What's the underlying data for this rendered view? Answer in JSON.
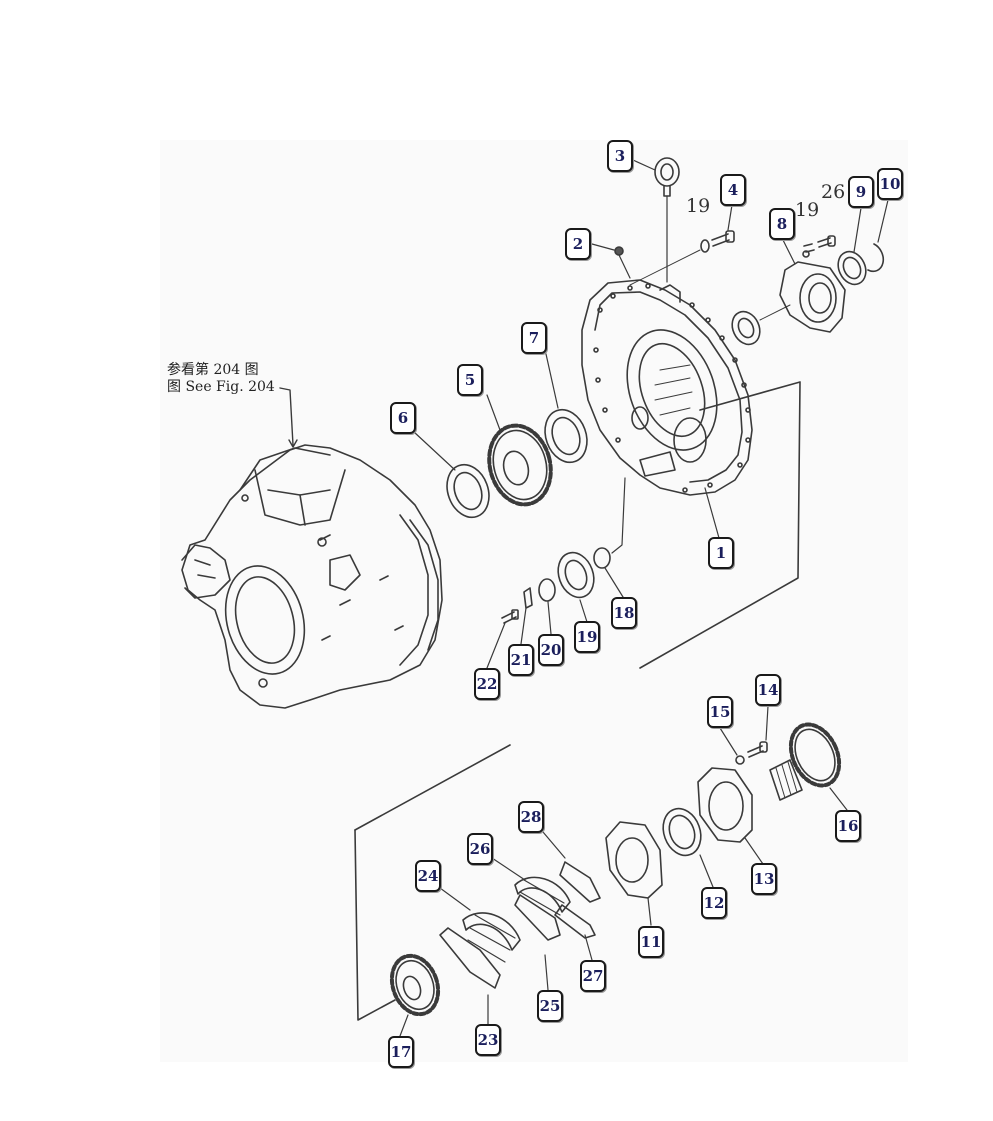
{
  "reference_note": {
    "line1": "参看第 204 图",
    "line2": "图 See Fig. 204"
  },
  "callouts": [
    {
      "id": "c1",
      "num": "1"
    },
    {
      "id": "c2",
      "num": "2"
    },
    {
      "id": "c3",
      "num": "3"
    },
    {
      "id": "c4",
      "num": "4"
    },
    {
      "id": "c5",
      "num": "5"
    },
    {
      "id": "c6",
      "num": "6"
    },
    {
      "id": "c7",
      "num": "7"
    },
    {
      "id": "c8",
      "num": "8"
    },
    {
      "id": "c9",
      "num": "9"
    },
    {
      "id": "c10",
      "num": "10"
    },
    {
      "id": "c11",
      "num": "11"
    },
    {
      "id": "c12",
      "num": "12"
    },
    {
      "id": "c13",
      "num": "13"
    },
    {
      "id": "c14",
      "num": "14"
    },
    {
      "id": "c15",
      "num": "15"
    },
    {
      "id": "c16",
      "num": "16"
    },
    {
      "id": "c17",
      "num": "17"
    },
    {
      "id": "c18",
      "num": "18"
    },
    {
      "id": "c19",
      "num": "19"
    },
    {
      "id": "c20",
      "num": "20"
    },
    {
      "id": "c21",
      "num": "21"
    },
    {
      "id": "c22",
      "num": "22"
    },
    {
      "id": "c23",
      "num": "23"
    },
    {
      "id": "c24",
      "num": "24"
    },
    {
      "id": "c25",
      "num": "25"
    },
    {
      "id": "c26",
      "num": "26"
    },
    {
      "id": "c27",
      "num": "27"
    },
    {
      "id": "c28",
      "num": "28"
    }
  ],
  "plain_labels": {
    "p19a": "19",
    "p19b": "19",
    "p26": "26"
  }
}
